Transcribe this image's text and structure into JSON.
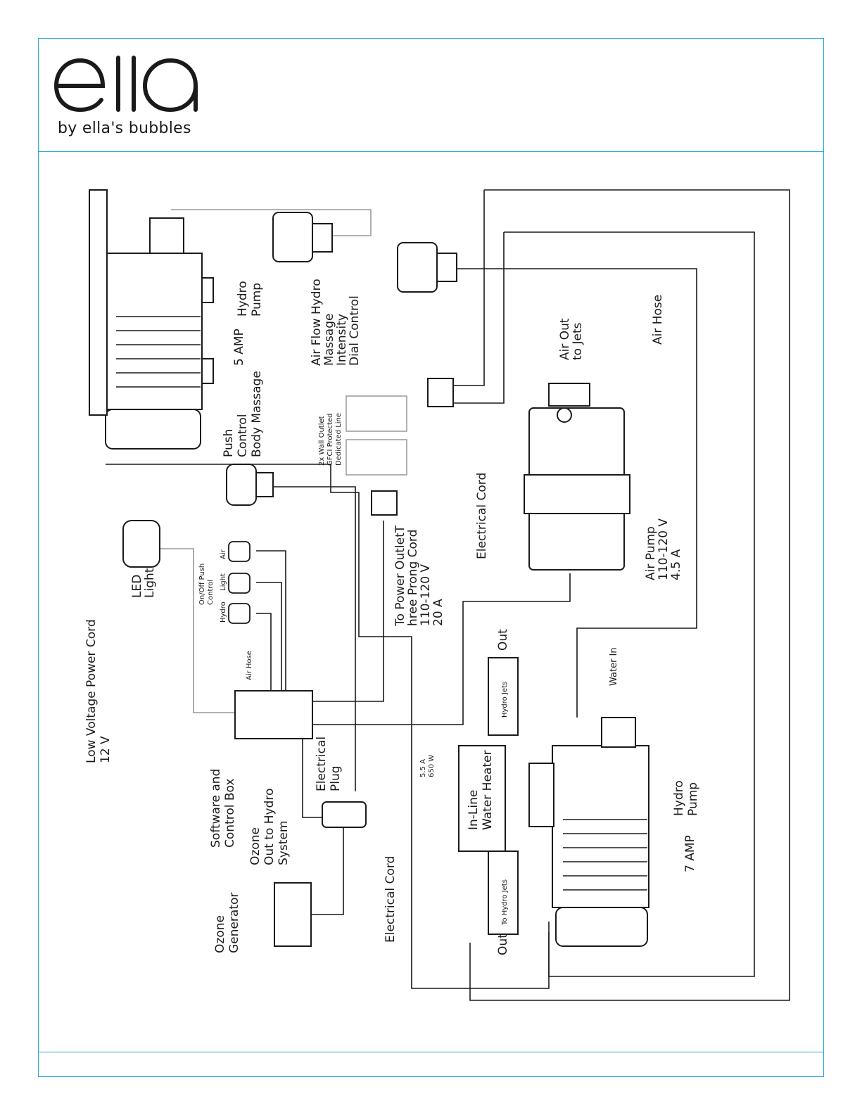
{
  "brand": {
    "logo_text": "ella",
    "tagline": "by ella's bubbles"
  },
  "labels": {
    "hydro_pump_top": [
      "Hydro",
      "Pump"
    ],
    "hydro_pump_top_amp": "5 AMP",
    "air_flow_dial": [
      "Air Flow Hydro",
      "Massage",
      "Intensity",
      "Dial Control"
    ],
    "air_hose_right": "Air Hose",
    "air_out_jets": [
      "Air Out",
      "to Jets"
    ],
    "wall_outlet": [
      "2x Wall Outlet",
      "GFCI Protected",
      "Dedicated Line"
    ],
    "push_control": [
      "Push",
      "Control",
      "Body Massage"
    ],
    "electrical_cord_mid": "Electrical Cord",
    "air_pump": [
      "Air Pump",
      "110-120 V",
      "4.5 A"
    ],
    "led_light": [
      "LED",
      "Light"
    ],
    "onoff_push_control": [
      "On/Off Push",
      "Control"
    ],
    "btn_air": "Air",
    "btn_light": "Light",
    "btn_hydro": "Hydro",
    "power_outlet": [
      "To Power OutletT",
      "hree Prong Cord",
      "110-120 V",
      "20 A"
    ],
    "low_voltage": [
      "Low Voltage Power Cord",
      "12 V"
    ],
    "air_hose_small": "Air Hose",
    "out_top": "Out",
    "hydro_jets": "Hydro Jets",
    "water_in": "Water In",
    "control_box": [
      "Software and",
      "Control Box"
    ],
    "electrical_plug": [
      "Electrical",
      "Plug"
    ],
    "heater_spec": [
      "5.5 A",
      "650 W"
    ],
    "water_heater": [
      "In-Line",
      "Water Heater"
    ],
    "hydro_pump_bottom": [
      "Hydro",
      "Pump"
    ],
    "hydro_pump_bottom_amp": "7 AMP",
    "ozone_out": [
      "Ozone",
      "Out to Hydro",
      "System"
    ],
    "electrical_cord_bottom": "Electrical Cord",
    "to_hydro_jets": "To Hydro Jets",
    "out_bottom": "Out",
    "ozone_generator": [
      "Ozone",
      "Generator"
    ]
  },
  "colors": {
    "frame": "#27a9d8",
    "ink": "#1a1a1a"
  }
}
